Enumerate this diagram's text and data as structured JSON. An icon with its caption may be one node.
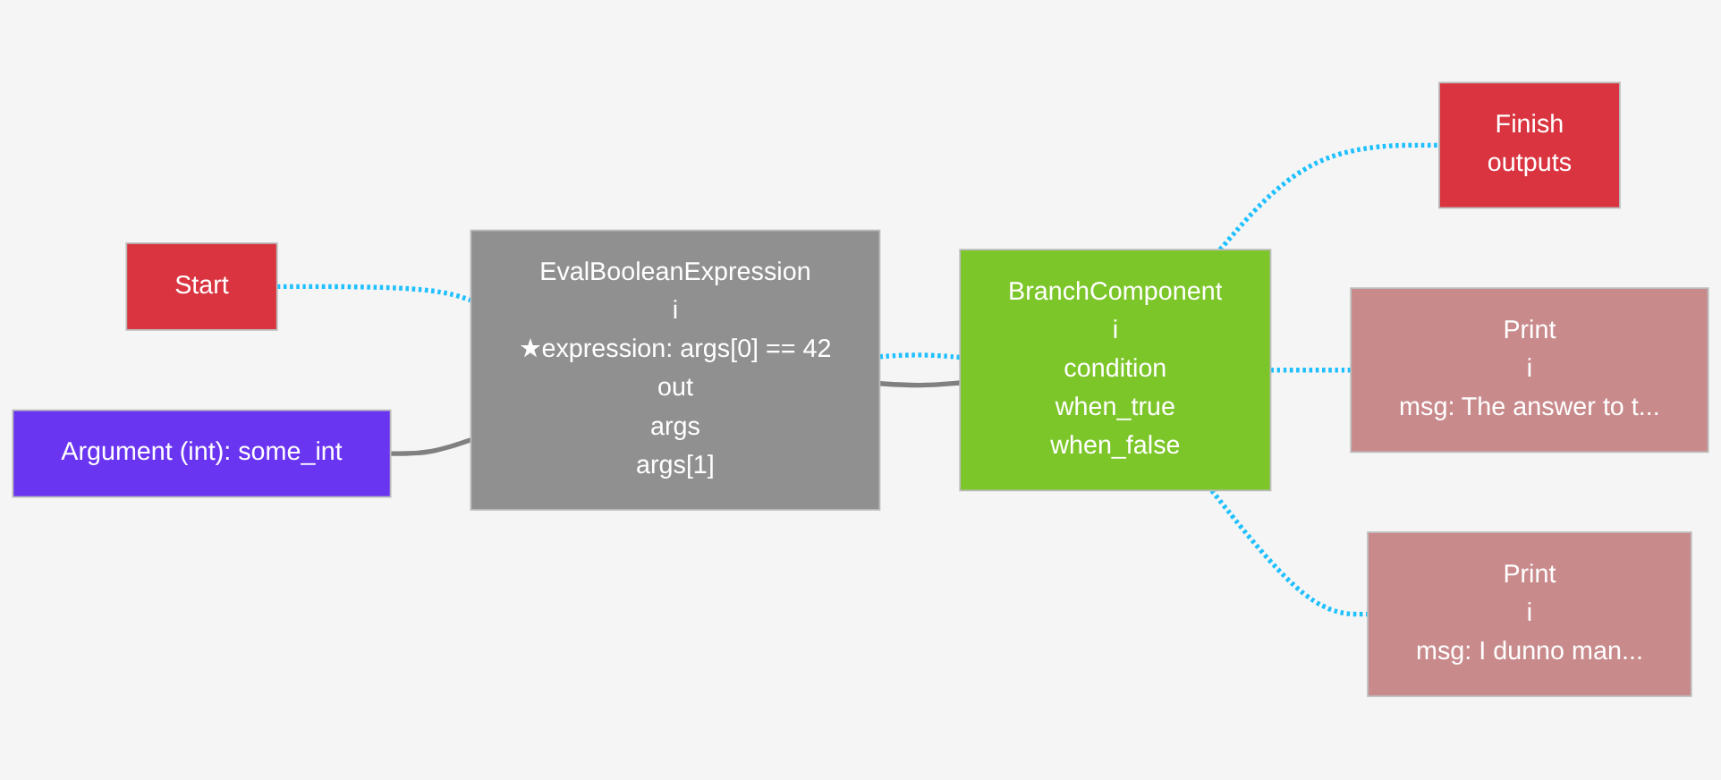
{
  "diagram": {
    "nodes": [
      {
        "text": [
          "Start"
        ]
      },
      {
        "text": [
          "Argument (int): some_int"
        ]
      },
      {
        "text": [
          "EvalBooleanExpression",
          "i",
          "★expression: args[0] == 42",
          "out",
          "args",
          "args[1]"
        ]
      },
      {
        "text": [
          "BranchComponent",
          "i",
          "condition",
          "when_true",
          "when_false"
        ]
      },
      {
        "text": [
          "Finish",
          "outputs"
        ]
      },
      {
        "text": [
          "Print",
          "i",
          "msg: The answer to t..."
        ]
      },
      {
        "text": [
          "Print",
          "i",
          "msg: I dunno man..."
        ]
      }
    ],
    "edges": [
      {
        "from": 0,
        "to": 2,
        "arrow": "none",
        "style": "dashed"
      },
      {
        "from": 1,
        "to": 2,
        "arrow": "none",
        "color": "#808080"
      },
      {
        "from": 2,
        "to": 3,
        "arrow": "none",
        "style": "dashed"
      },
      {
        "from": 2,
        "to": 3,
        "arrow": "none",
        "color": "#808080"
      },
      {
        "from": 3,
        "to": 4,
        "arrow": "none",
        "style": "dashed"
      },
      {
        "from": 3,
        "to": 5,
        "arrow": "none",
        "style": "dashed"
      },
      {
        "from": 3,
        "to": 6,
        "arrow": "none",
        "style": "dashed"
      }
    ]
  }
}
